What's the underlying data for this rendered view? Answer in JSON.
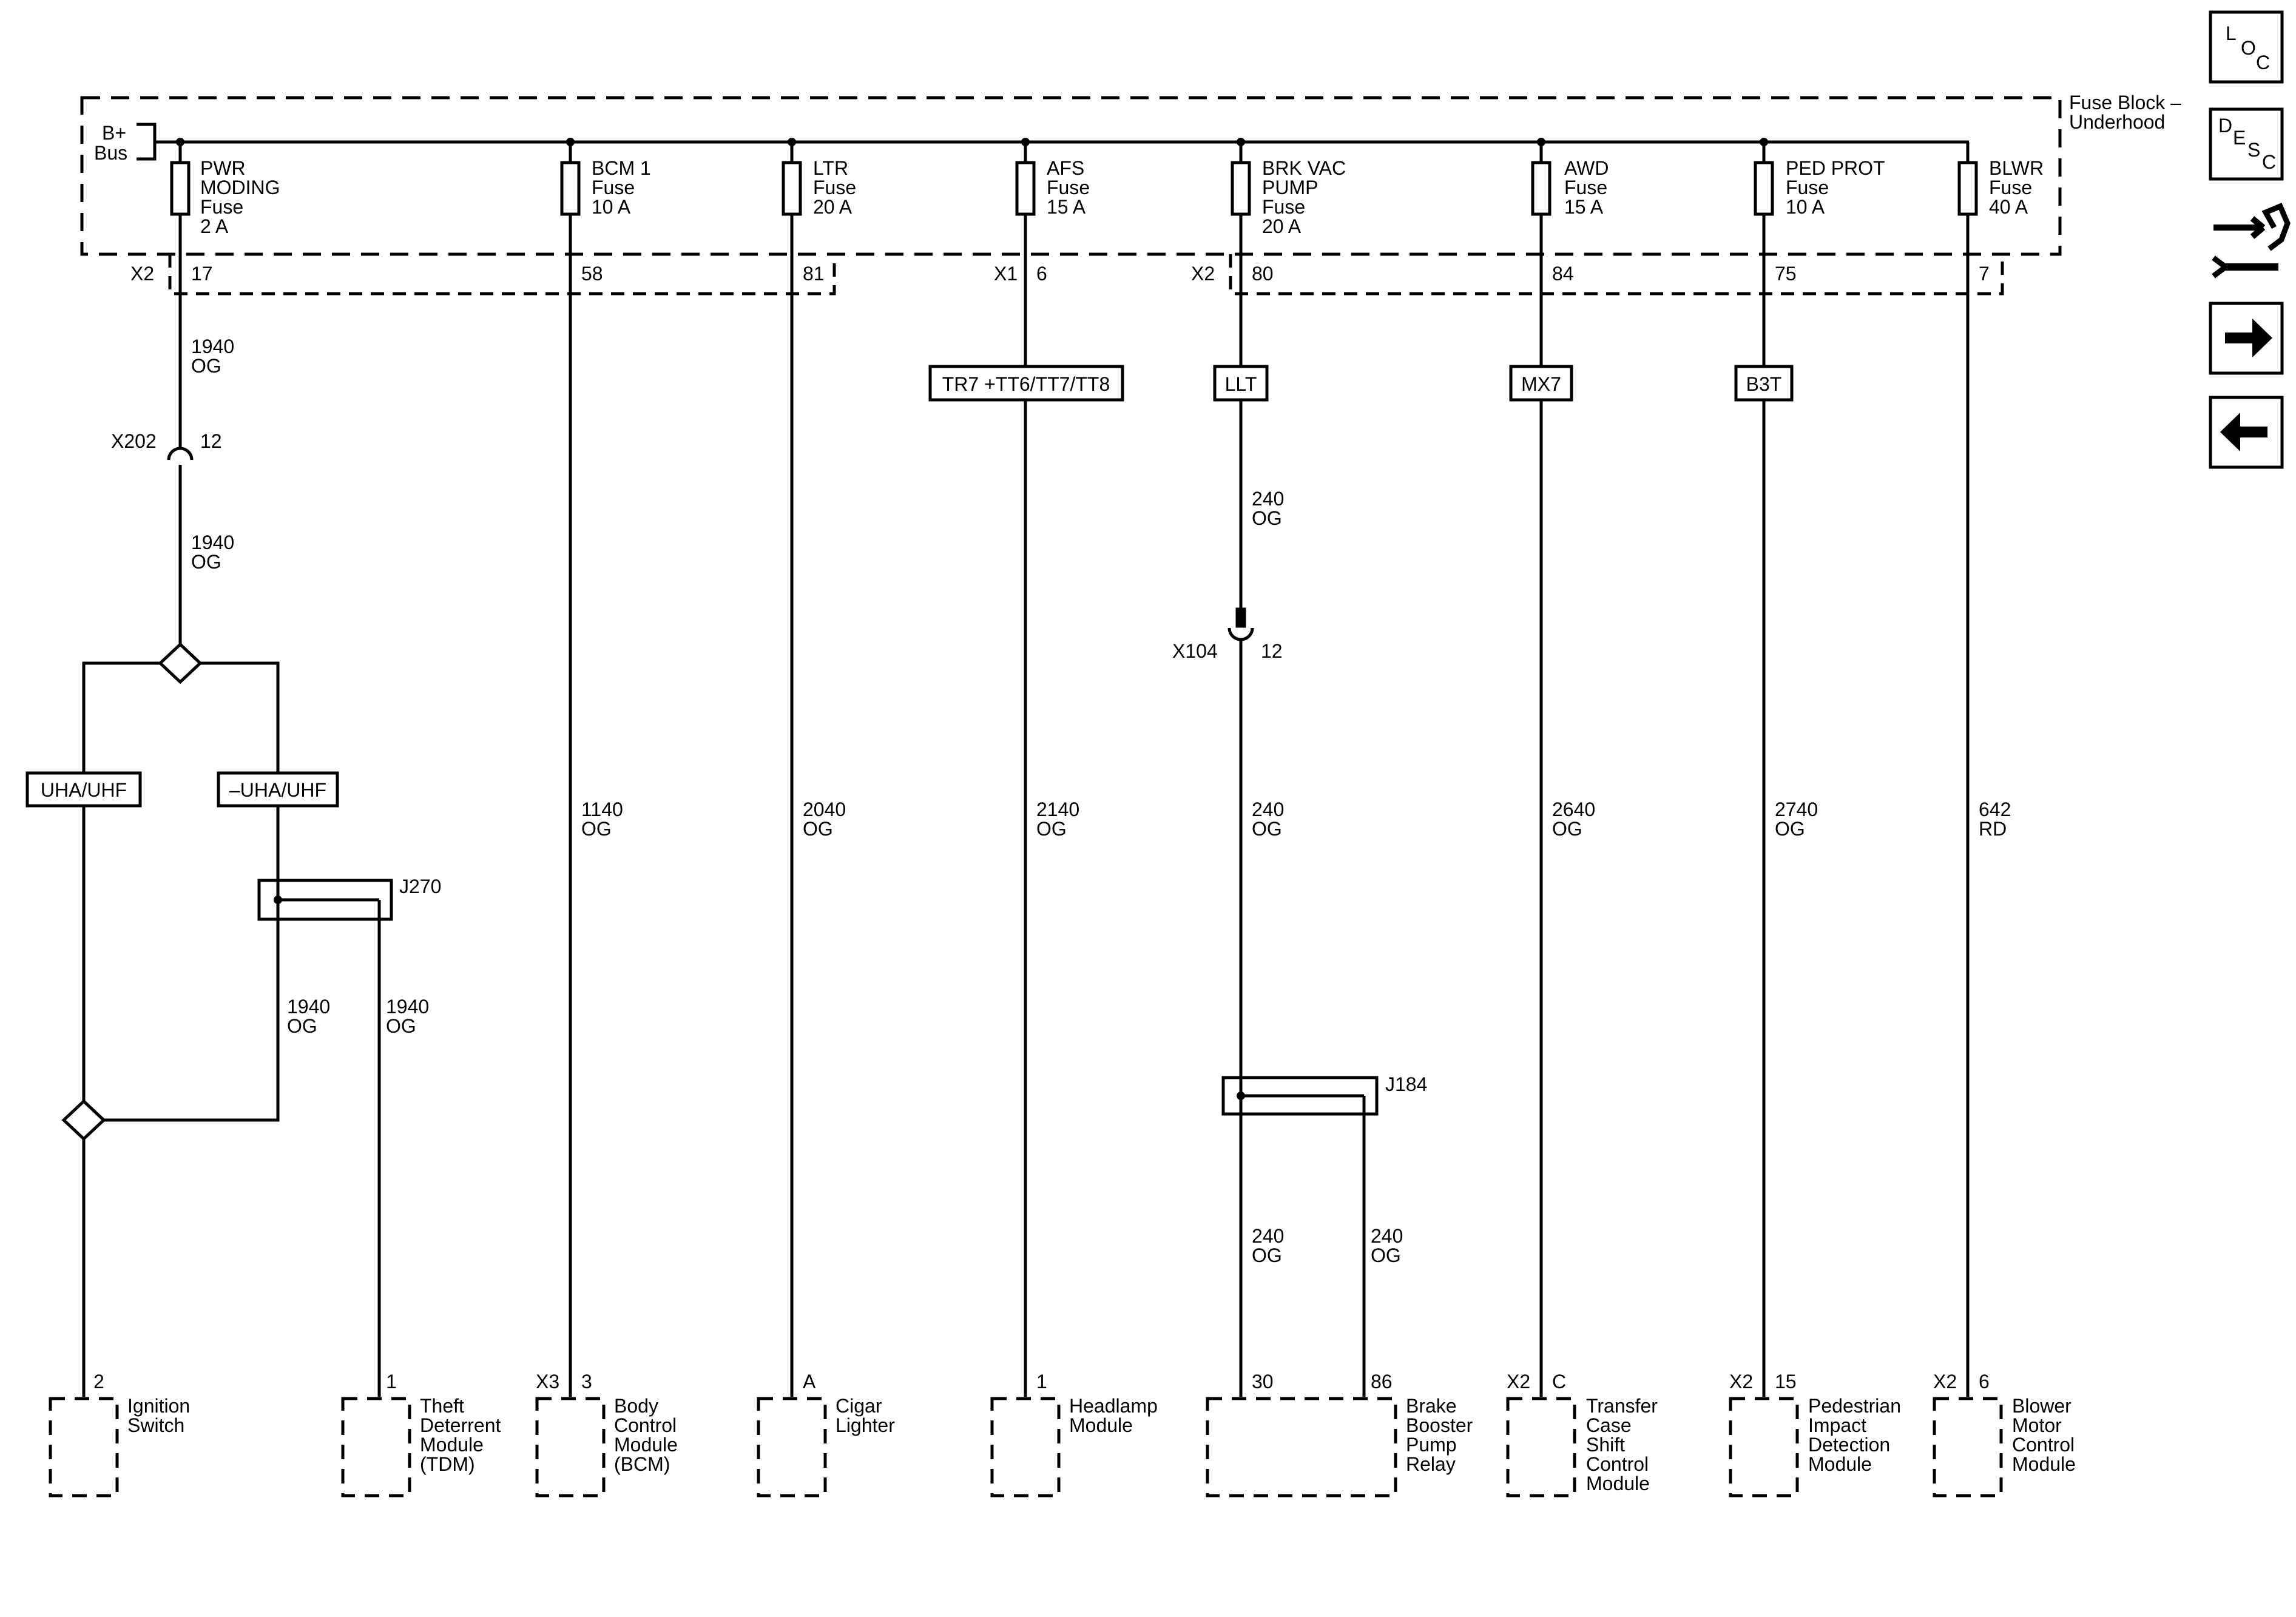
{
  "fuse_block": {
    "title_line1": "Fuse Block –",
    "title_line2": "Underhood",
    "bus_line1": "B+",
    "bus_line2": "Bus"
  },
  "fuses": [
    {
      "lines": [
        "PWR",
        "MODING",
        "Fuse",
        "2 A"
      ]
    },
    {
      "lines": [
        "BCM 1",
        "Fuse",
        "10 A"
      ]
    },
    {
      "lines": [
        "LTR",
        "Fuse",
        "20 A"
      ]
    },
    {
      "lines": [
        "AFS",
        "Fuse",
        "15 A"
      ]
    },
    {
      "lines": [
        "BRK VAC",
        "PUMP",
        "Fuse",
        "20 A"
      ]
    },
    {
      "lines": [
        "AWD",
        "Fuse",
        "15 A"
      ]
    },
    {
      "lines": [
        "PED PROT",
        "Fuse",
        "10 A"
      ]
    },
    {
      "lines": [
        "BLWR",
        "Fuse",
        "40 A"
      ]
    }
  ],
  "fuse_connectors": {
    "x2_left": "X2",
    "x1": "X1",
    "x2_right": "X2",
    "pins": [
      "17",
      "58",
      "81",
      "6",
      "80",
      "84",
      "75",
      "7"
    ]
  },
  "options": [
    "TR7 +TT6/TT7/TT8",
    "LLT",
    "MX7",
    "B3T",
    "UHA/UHF",
    "–UHA/UHF"
  ],
  "inline_connectors": [
    {
      "name": "X202",
      "pin": "12"
    },
    {
      "name": "X104",
      "pin": "12"
    }
  ],
  "splices": [
    "J270",
    "J184"
  ],
  "wires": [
    {
      "circuit": "1940",
      "color": "OG"
    },
    {
      "circuit": "1940",
      "color": "OG"
    },
    {
      "circuit": "1140",
      "color": "OG"
    },
    {
      "circuit": "2040",
      "color": "OG"
    },
    {
      "circuit": "2140",
      "color": "OG"
    },
    {
      "circuit": "240",
      "color": "OG"
    },
    {
      "circuit": "240",
      "color": "OG"
    },
    {
      "circuit": "2640",
      "color": "OG"
    },
    {
      "circuit": "2740",
      "color": "OG"
    },
    {
      "circuit": "642",
      "color": "RD"
    },
    {
      "circuit": "1940",
      "color": "OG"
    },
    {
      "circuit": "1940",
      "color": "OG"
    },
    {
      "circuit": "240",
      "color": "OG"
    },
    {
      "circuit": "240",
      "color": "OG"
    }
  ],
  "components": [
    {
      "pin": "2",
      "lines": [
        "Ignition",
        "Switch"
      ]
    },
    {
      "pin": "1",
      "lines": [
        "Theft",
        "Deterrent",
        "Module",
        "(TDM)"
      ]
    },
    {
      "connector": "X3",
      "pin": "3",
      "lines": [
        "Body",
        "Control",
        "Module",
        "(BCM)"
      ]
    },
    {
      "pin": "A",
      "lines": [
        "Cigar",
        "Lighter"
      ]
    },
    {
      "pin": "1",
      "lines": [
        "Headlamp",
        "Module"
      ]
    },
    {
      "pin": "30",
      "pin2": "86",
      "lines": [
        "Brake",
        "Booster",
        "Pump",
        "Relay"
      ]
    },
    {
      "connector": "X2",
      "pin": "C",
      "lines": [
        "Transfer",
        "Case",
        "Shift",
        "Control",
        "Module"
      ]
    },
    {
      "connector": "X2",
      "pin": "15",
      "lines": [
        "Pedestrian",
        "Impact",
        "Detection",
        "Module"
      ]
    },
    {
      "connector": "X2",
      "pin": "6",
      "lines": [
        "Blower",
        "Motor",
        "Control",
        "Module"
      ]
    }
  ],
  "nav": {
    "loc_letters": [
      "L",
      "O",
      "C"
    ],
    "desc_letters": [
      "D",
      "E",
      "S",
      "C"
    ]
  }
}
